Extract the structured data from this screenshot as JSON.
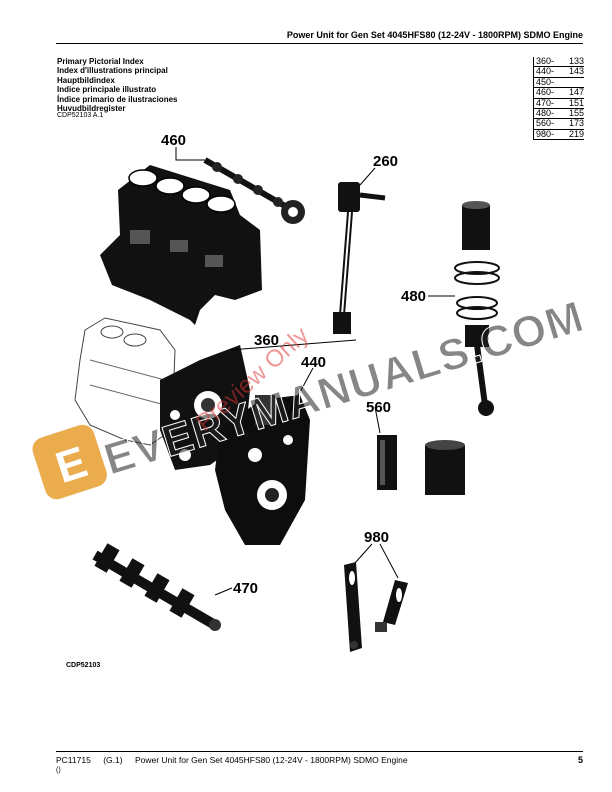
{
  "header": {
    "title": "Power Unit for Gen Set 4045HFS80 (12-24V - 1800RPM) SDMO Engine"
  },
  "index_titles": [
    "Primary Pictorial Index",
    "Index d'illustrations principal",
    "Hauptbildindex",
    "Indice principale illustrato",
    "Índice primario de ilustraciones",
    "Huvudbildregister"
  ],
  "reference": "CDP52103 A.1",
  "page_table": [
    {
      "group": "360-",
      "page": "133"
    },
    {
      "group": "440-",
      "page": "143"
    },
    {
      "group": "450-",
      "page": ""
    },
    {
      "group": "460-",
      "page": "147"
    },
    {
      "group": "470-",
      "page": "151"
    },
    {
      "group": "480-",
      "page": "155"
    },
    {
      "group": "560-",
      "page": "173"
    },
    {
      "group": "980-",
      "page": "219"
    }
  ],
  "callouts": {
    "c460": "460",
    "c260": "260",
    "c480": "480",
    "c360": "360",
    "c440": "440",
    "c560": "560",
    "c470": "470",
    "c980": "980"
  },
  "figure_id": "CDP52103",
  "watermark": {
    "text": "EVERYMANUALS.COM",
    "preview": "Preview Only",
    "logo_letter": "E",
    "logo_color": "#e8a33a"
  },
  "footer": {
    "code": "PC11715",
    "section": "(G.1)",
    "title": "Power Unit for Gen Set 4045HFS80 (12-24V - 1800RPM) SDMO Engine",
    "page_number": "5",
    "edition": "()"
  }
}
